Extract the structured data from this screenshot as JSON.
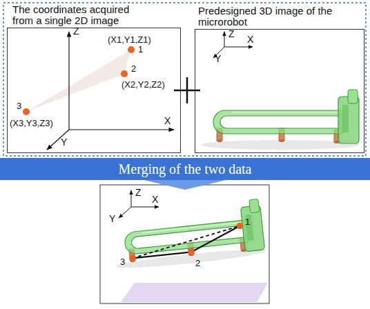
{
  "diagram": {
    "nodes": [
      {
        "text": [
          "The coordinates acquired from a single 2D image"
        ]
      },
      {
        "text": [
          "Predesigned 3D image of the microrobot"
        ]
      },
      {
        "text": [
          "Merging of the two data"
        ]
      }
    ],
    "labels": [
      "Z",
      "(X1,Y1,Z1)",
      "1",
      "2",
      "(X2,Y2,Z2)",
      "X",
      "3",
      "(X3,Y3,Z3)",
      "Y",
      "Z",
      "X",
      "Y",
      "Z",
      "X",
      "Y",
      "1",
      "2",
      "3"
    ]
  }
}
